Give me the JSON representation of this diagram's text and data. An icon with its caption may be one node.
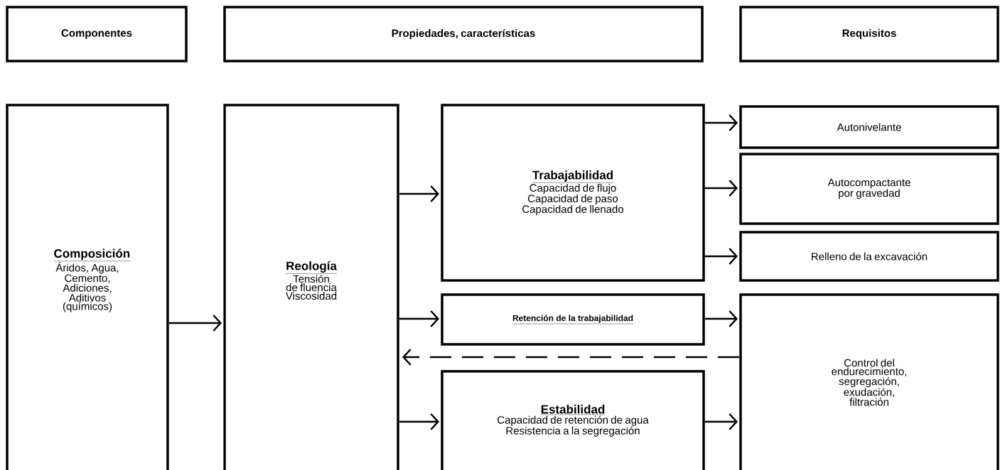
{
  "diagram": {
    "nodes": [
      {
        "text": [
          "Componentes"
        ]
      },
      {
        "text": [
          "Propiedades, características"
        ]
      },
      {
        "text": [
          "Requisitos"
        ]
      },
      {
        "text": [
          "Composición",
          "Áridos, Agua, Cemento, Adiciones, Aditivos (químicos)"
        ]
      },
      {
        "text": [
          "Reología",
          "Tensión de fluencia Viscosidad"
        ]
      },
      {
        "text": [
          "Trabajabilidad",
          "Capacidad de flujo Capacidad de paso Capacidad de llenado"
        ]
      },
      {
        "text": [
          "Autonivelante"
        ]
      },
      {
        "text": [
          "Autocompactante por gravedad"
        ]
      },
      {
        "text": [
          "Relleno de la excavación"
        ]
      },
      {
        "text": [
          "Retención de la trabajabilidad"
        ]
      },
      {
        "text": [
          "Control del endurecimiento, segregación, exudación, filtración"
        ]
      },
      {
        "text": [
          "Estabilidad",
          "Capacidad de retención de agua Resistencia a la segregación"
        ]
      }
    ],
    "edges": [
      {
        "from": 3,
        "to": 4,
        "arrow": "to"
      },
      {
        "from": 4,
        "to": 5,
        "arrow": "to"
      },
      {
        "from": 4,
        "to": 9,
        "arrow": "to"
      },
      {
        "from": 4,
        "to": 11,
        "arrow": "to"
      },
      {
        "from": 5,
        "to": 6,
        "arrow": "to"
      },
      {
        "from": 5,
        "to": 7,
        "arrow": "to"
      },
      {
        "from": 5,
        "to": 8,
        "arrow": "to"
      },
      {
        "from": 9,
        "to": 10,
        "arrow": "to"
      },
      {
        "from": 11,
        "to": 10,
        "arrow": "to"
      },
      {
        "from": 10,
        "to": 4,
        "arrow": "to",
        "style": "dashed"
      }
    ]
  }
}
